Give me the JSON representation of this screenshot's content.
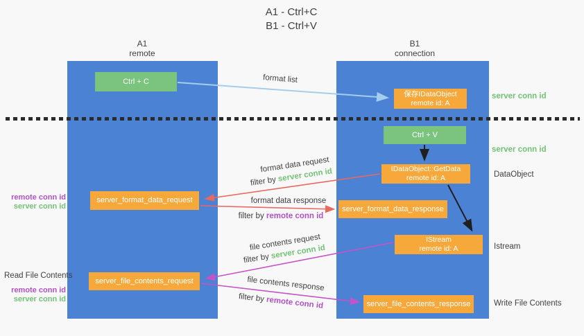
{
  "title": {
    "line1": "A1 - Ctrl+C",
    "line2": "B1 - Ctrl+V"
  },
  "lanes": {
    "left": {
      "title": "A1",
      "subtitle": "remote"
    },
    "right": {
      "title": "B1",
      "subtitle": "connection"
    }
  },
  "nodes": {
    "ctrl_c": "Ctrl + C",
    "ctrl_v": "Ctrl + V",
    "save_dataobject": {
      "line1": "保存IDataObject",
      "line2": "remote id: A"
    },
    "getdata": {
      "line1": "IDataObject::GetData",
      "line2": "remote id: A"
    },
    "istream": {
      "line1": "IStream",
      "line2": "remote id: A"
    },
    "server_format_data_request": "server_format_data_request",
    "server_format_data_response": "server_format_data_response",
    "server_file_contents_request": "server_file_contents_request",
    "server_file_contents_response": "server_file_contents_response"
  },
  "edge_labels": {
    "format_list": "format list",
    "format_data_request": "format data request",
    "format_data_response": "format data response",
    "file_contents_request": "file contents request",
    "file_contents_response": "file contents response",
    "filter_server_1": {
      "prefix": "filter by ",
      "keyword": "server conn id"
    },
    "filter_remote_1": {
      "prefix": "filter by ",
      "keyword": "remote conn id"
    },
    "filter_server_2": {
      "prefix": "filter by ",
      "keyword": "server conn id"
    },
    "filter_remote_2": {
      "prefix": "filter by ",
      "keyword": "remote conn id"
    }
  },
  "side_labels": {
    "server_conn_id_top": "server conn id",
    "server_conn_id_mid": "server conn id",
    "dataobject": "DataObject",
    "istream": "Istream",
    "write_file_contents": "Write File Contents",
    "read_file_contents": "Read File Contents",
    "left_top_remote": "remote conn id",
    "left_top_server": "server conn id",
    "left_bottom_remote": "remote conn id",
    "left_bottom_server": "server conn id"
  },
  "edges": [
    {
      "from": "ctrl_c",
      "to": "save_dataobject",
      "color": "#a5cdec",
      "label": "format list"
    },
    {
      "from": "ctrl_v",
      "to": "getdata",
      "color": "#1f1f1f",
      "label": ""
    },
    {
      "from": "getdata",
      "to": "server_format_data_request",
      "color": "#e8695e",
      "label": "format data request / filter by server conn id"
    },
    {
      "from": "server_format_data_request",
      "to": "server_format_data_response",
      "color": "#e8695e",
      "label": "format data response / filter by remote conn id"
    },
    {
      "from": "getdata",
      "to": "istream",
      "color": "#1f1f1f",
      "label": ""
    },
    {
      "from": "istream",
      "to": "server_file_contents_request",
      "color": "#c653c7",
      "label": "file contents request / filter by server conn id"
    },
    {
      "from": "server_file_contents_request",
      "to": "server_file_contents_response",
      "color": "#c653c7",
      "label": "file contents response / filter by remote conn id"
    }
  ],
  "colors": {
    "lane_blue": "#4b82d4",
    "box_green": "#7bc47e",
    "box_orange": "#f6a83b",
    "arrow_red": "#e8695e",
    "arrow_magenta": "#c653c7",
    "arrow_light_blue": "#a5cdec",
    "arrow_black": "#1f1f1f",
    "text_green": "#72c276",
    "text_purple": "#b052c5",
    "text_dark": "#3f3f3f",
    "background": "#f8f8f8"
  }
}
